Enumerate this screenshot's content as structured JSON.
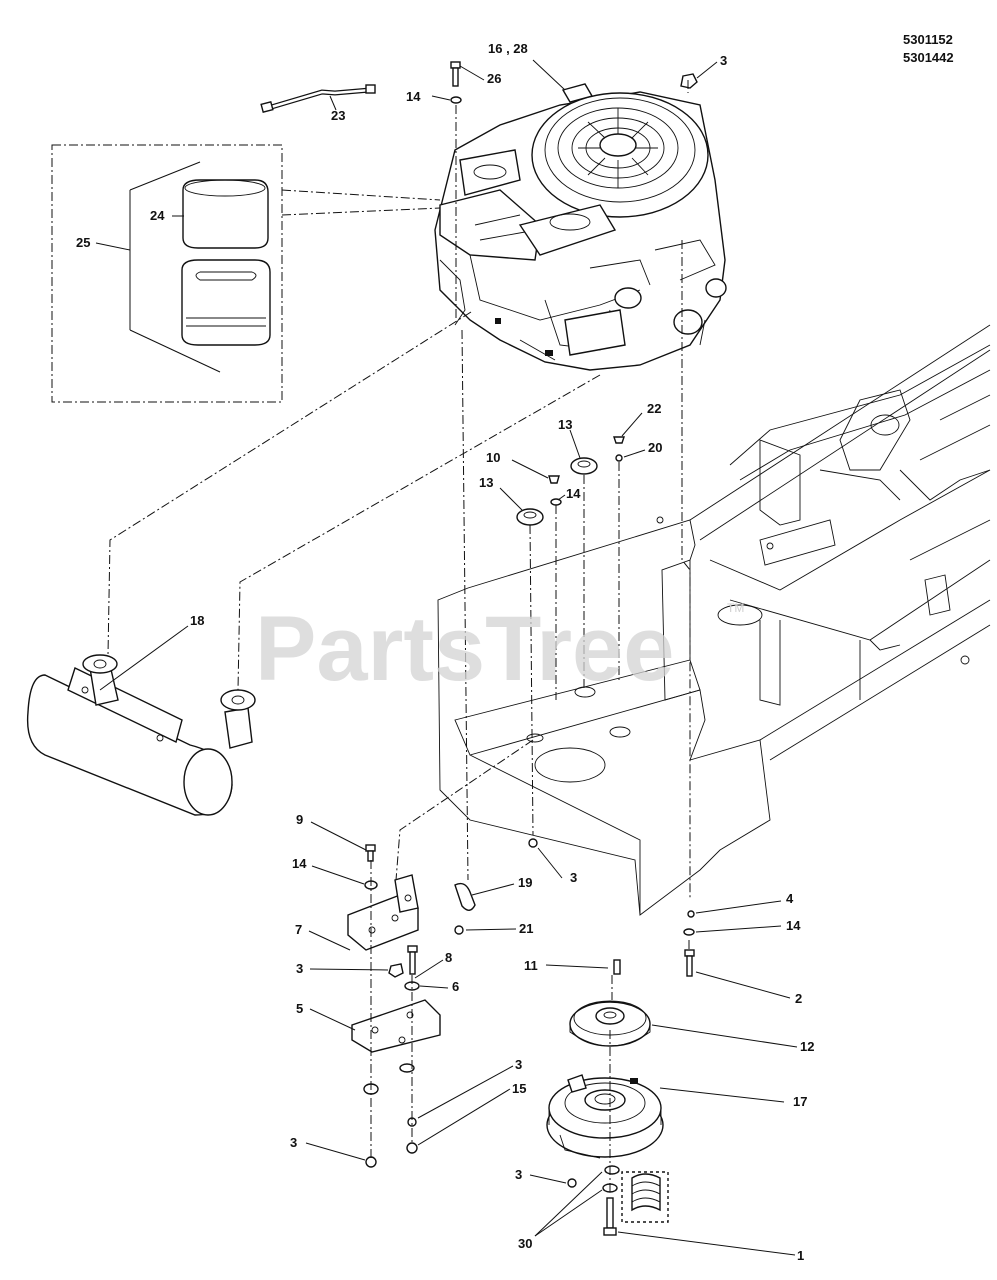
{
  "header": {
    "model_numbers": [
      "5301152",
      "5301442"
    ]
  },
  "watermark": {
    "text": "PartsTree",
    "trademark": "TM"
  },
  "callouts": [
    {
      "id": "c1",
      "label": "16 , 28"
    },
    {
      "id": "c2",
      "label": "3"
    },
    {
      "id": "c3",
      "label": "26"
    },
    {
      "id": "c4",
      "label": "14"
    },
    {
      "id": "c5",
      "label": "23"
    },
    {
      "id": "c6",
      "label": "24"
    },
    {
      "id": "c7",
      "label": "25"
    },
    {
      "id": "c8",
      "label": "13"
    },
    {
      "id": "c9",
      "label": "22"
    },
    {
      "id": "c10",
      "label": "20"
    },
    {
      "id": "c11",
      "label": "10"
    },
    {
      "id": "c12",
      "label": "13"
    },
    {
      "id": "c13",
      "label": "14"
    },
    {
      "id": "c14",
      "label": "18"
    },
    {
      "id": "c15",
      "label": "9"
    },
    {
      "id": "c16",
      "label": "14"
    },
    {
      "id": "c17",
      "label": "3"
    },
    {
      "id": "c18",
      "label": "19"
    },
    {
      "id": "c19",
      "label": "7"
    },
    {
      "id": "c20",
      "label": "21"
    },
    {
      "id": "c21",
      "label": "3"
    },
    {
      "id": "c22",
      "label": "8"
    },
    {
      "id": "c23",
      "label": "6"
    },
    {
      "id": "c24",
      "label": "4"
    },
    {
      "id": "c25",
      "label": "14"
    },
    {
      "id": "c26",
      "label": "11"
    },
    {
      "id": "c27",
      "label": "2"
    },
    {
      "id": "c28",
      "label": "5"
    },
    {
      "id": "c29",
      "label": "12"
    },
    {
      "id": "c30",
      "label": "3"
    },
    {
      "id": "c31",
      "label": "15"
    },
    {
      "id": "c32",
      "label": "17"
    },
    {
      "id": "c33",
      "label": "3"
    },
    {
      "id": "c34",
      "label": "3"
    },
    {
      "id": "c35",
      "label": "30"
    },
    {
      "id": "c36",
      "label": "1"
    }
  ]
}
